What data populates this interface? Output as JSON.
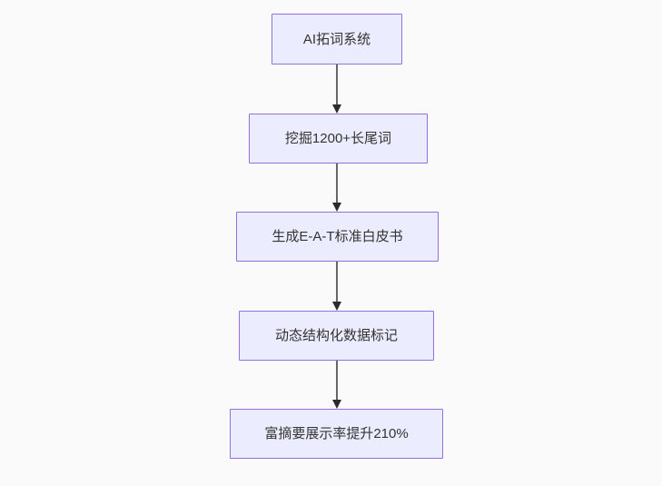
{
  "diagram": {
    "type": "flowchart",
    "direction": "top-down",
    "nodes": [
      {
        "id": "step1",
        "label": "AI拓词系统"
      },
      {
        "id": "step2",
        "label": "挖掘1200+长尾词"
      },
      {
        "id": "step3",
        "label": "生成E-A-T标准白皮书"
      },
      {
        "id": "step4",
        "label": "动态结构化数据标记"
      },
      {
        "id": "step5",
        "label": "富摘要展示率提升210%"
      }
    ],
    "edges": [
      {
        "from": "step1",
        "to": "step2"
      },
      {
        "from": "step2",
        "to": "step3"
      },
      {
        "from": "step3",
        "to": "step4"
      },
      {
        "from": "step4",
        "to": "step5"
      }
    ]
  },
  "colors": {
    "canvas-bg": "#fafafa",
    "node-fill": "#ececff",
    "node-border": "#9370db",
    "node-text": "#333333",
    "edge-line": "#555555",
    "arrowhead": "#2b2b2b"
  }
}
